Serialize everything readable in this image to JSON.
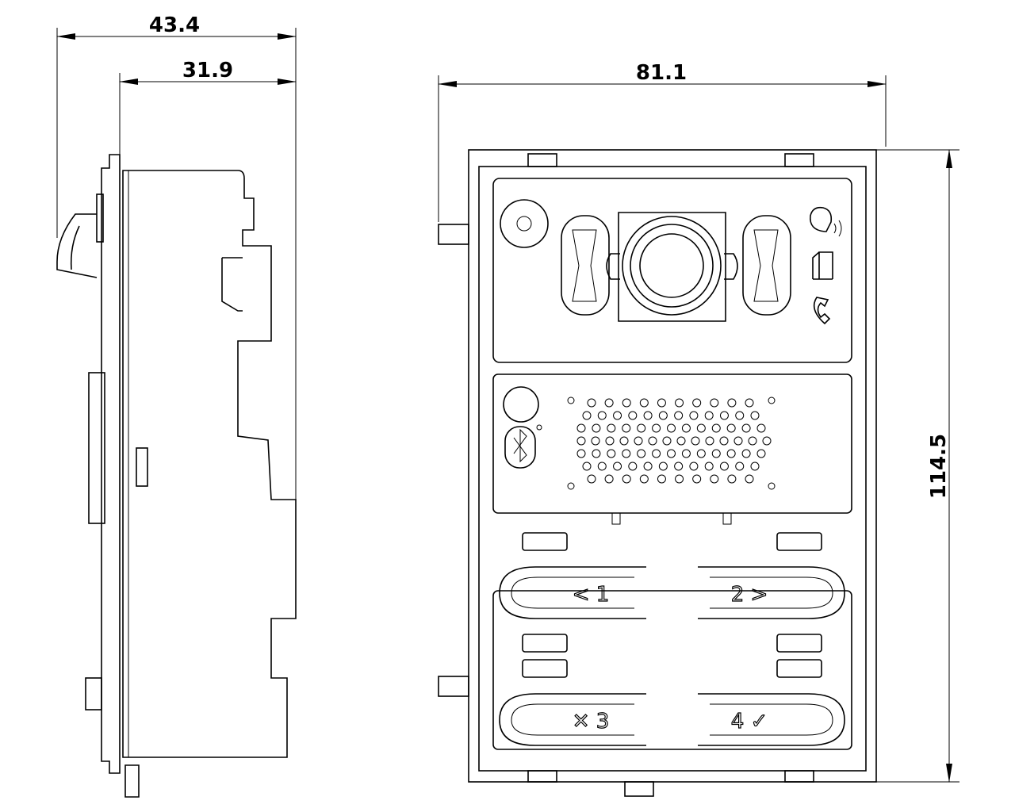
{
  "dimensions": {
    "side_total_depth": "43.4",
    "side_body_depth": "31.9",
    "front_width": "81.1",
    "front_height": "114.5"
  },
  "buttons": [
    {
      "label": "< 1"
    },
    {
      "label": "2 >"
    },
    {
      "label": "✕ 3"
    },
    {
      "label": "4 ✓"
    }
  ],
  "icons": [
    "camera-lens-icon",
    "microphone-icon",
    "bluetooth-icon",
    "speaker-grille-icon",
    "speech-assist-icon",
    "door-open-icon",
    "phone-icon"
  ]
}
